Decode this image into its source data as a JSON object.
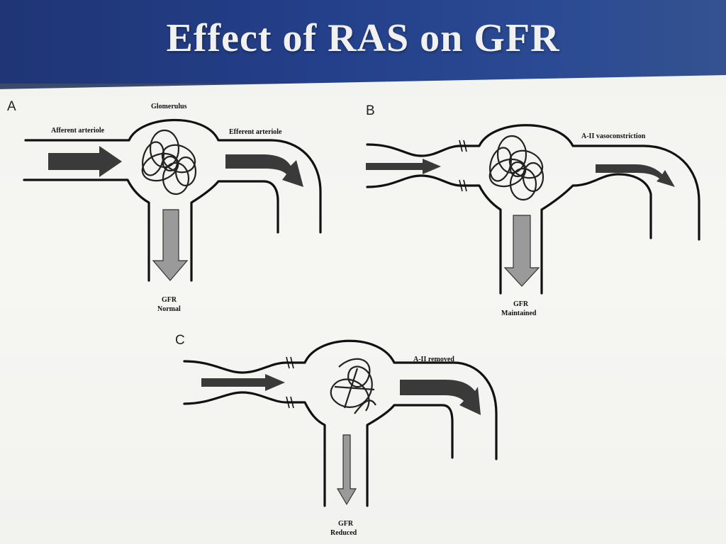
{
  "slide": {
    "title": "Effect of RAS on GFR"
  },
  "panels": {
    "a": {
      "letter": "A",
      "glomerulus_label": "Glomerulus",
      "afferent_label": "Afferent arteriole",
      "efferent_label": "Efferent arteriole",
      "gfr_label": "GFR",
      "gfr_state": "Normal"
    },
    "b": {
      "letter": "B",
      "efferent_label": "A-II vasoconstriction",
      "gfr_label": "GFR",
      "gfr_state": "Maintained"
    },
    "c": {
      "letter": "C",
      "efferent_label": "A-II removed",
      "gfr_label": "GFR",
      "gfr_state": "Reduced"
    }
  },
  "colors": {
    "banner": "#24408a",
    "paper": "#f4f4f1",
    "ink": "#111111",
    "arrow_dark": "#3a3a3a",
    "arrow_grey": "#9a9a9a"
  }
}
